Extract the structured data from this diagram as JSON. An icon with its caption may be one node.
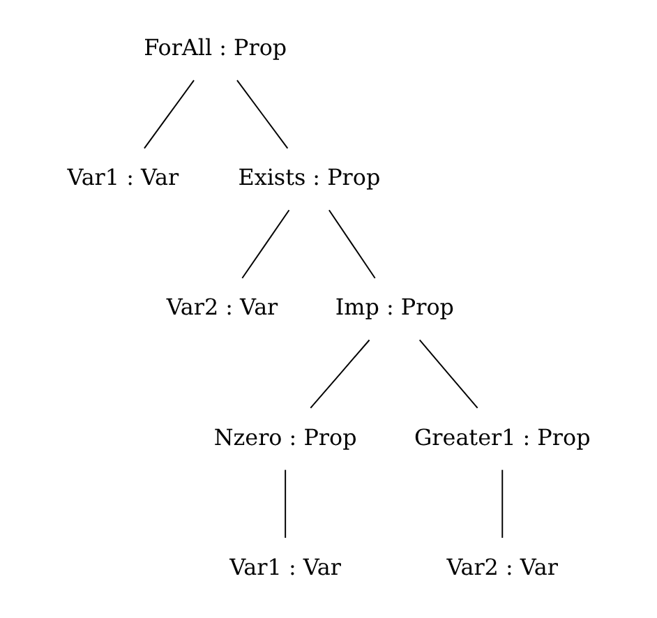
{
  "diagram": {
    "nodes": [
      {
        "text": [
          "ForAll : Prop"
        ]
      },
      {
        "text": [
          "Var1 : Var"
        ]
      },
      {
        "text": [
          "Exists : Prop"
        ]
      },
      {
        "text": [
          "Var2 : Var"
        ]
      },
      {
        "text": [
          "Imp : Prop"
        ]
      },
      {
        "text": [
          "Nzero : Prop"
        ]
      },
      {
        "text": [
          "Greater1 : Prop"
        ]
      },
      {
        "text": [
          "Var1 : Var"
        ]
      },
      {
        "text": [
          "Var2 : Var"
        ]
      }
    ],
    "edges": [
      {
        "from": 0,
        "to": 1,
        "arrow": "none"
      },
      {
        "from": 0,
        "to": 2,
        "arrow": "none"
      },
      {
        "from": 2,
        "to": 3,
        "arrow": "none"
      },
      {
        "from": 2,
        "to": 4,
        "arrow": "none"
      },
      {
        "from": 4,
        "to": 5,
        "arrow": "none"
      },
      {
        "from": 4,
        "to": 6,
        "arrow": "none"
      },
      {
        "from": 5,
        "to": 7,
        "arrow": "none"
      },
      {
        "from": 6,
        "to": 8,
        "arrow": "none"
      }
    ]
  }
}
